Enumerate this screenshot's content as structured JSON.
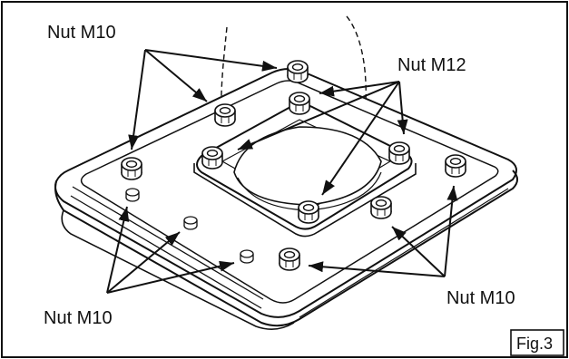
{
  "figure": {
    "id_label": "Fig.3"
  },
  "callouts": {
    "top_left": "Nut M10",
    "top_right": "Nut M12",
    "bottom_left": "Nut M10",
    "bottom_right": "Nut M10"
  },
  "colors": {
    "line": "#111111",
    "background": "#ffffff"
  }
}
